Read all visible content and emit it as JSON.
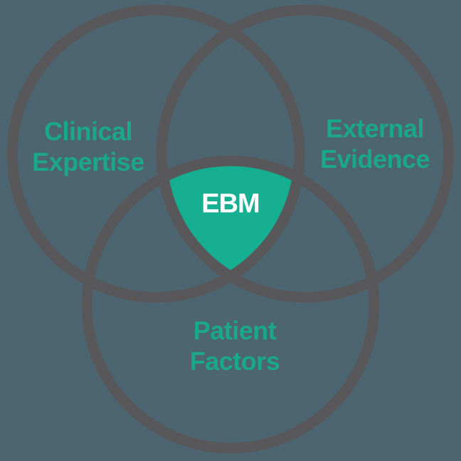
{
  "diagram": {
    "type": "venn-3-circle",
    "center_label": "EBM",
    "regions": [
      {
        "name": "clinical-expertise",
        "line1": "Clinical",
        "line2": "Expertise"
      },
      {
        "name": "external-evidence",
        "line1": "External",
        "line2": "Evidence"
      },
      {
        "name": "patient-factors",
        "line1": "Patient",
        "line2": "Factors"
      }
    ],
    "colors": {
      "background": "#4D6570",
      "circle_outline": "#58585A",
      "intersection_fill": "#17AF92",
      "label_text": "#1BA78A",
      "center_text": "#FFFFFF"
    }
  }
}
